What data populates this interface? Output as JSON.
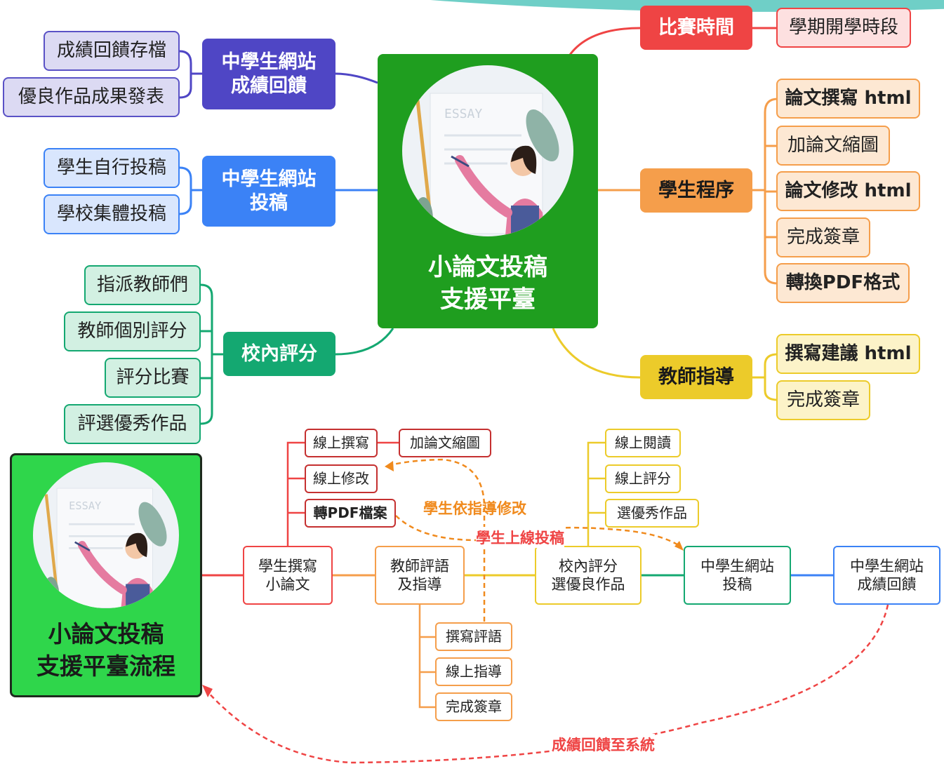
{
  "mindmap": {
    "center": {
      "title": "小論文投稿\n支援平臺",
      "image_label": "ESSAY"
    },
    "left": [
      {
        "label": "中學生網站\n成績回饋",
        "children": [
          "成績回饋存檔",
          "優良作品成果發表"
        ]
      },
      {
        "label": "中學生網站\n投稿",
        "children": [
          "學生自行投稿",
          "學校集體投稿"
        ]
      },
      {
        "label": "校內評分",
        "children": [
          "指派教師們",
          "教師個別評分",
          "評分比賽",
          "評選優秀作品"
        ]
      }
    ],
    "right": [
      {
        "label": "比賽時間",
        "children": [
          "學期開學時段"
        ]
      },
      {
        "label": "學生程序",
        "children": [
          "論文撰寫 html",
          "加論文縮圖",
          "論文修改 html",
          "完成簽章",
          "轉換PDF格式"
        ]
      },
      {
        "label": "教師指導",
        "children": [
          "撰寫建議 html",
          "完成簽章"
        ]
      }
    ]
  },
  "flow": {
    "start": {
      "title": "小論文投稿\n支援平臺流程",
      "image_label": "ESSAY"
    },
    "steps": [
      "學生撰寫\n小論文",
      "教師評語\n及指導",
      "校內評分\n選優良作品",
      "中學生網站\n投稿",
      "中學生網站\n成績回饋"
    ],
    "student_subs": [
      "線上撰寫",
      "線上修改",
      "轉PDF檔案"
    ],
    "student_extra": "加論文縮圖",
    "teacher_subs": [
      "撰寫評語",
      "線上指導",
      "完成簽章"
    ],
    "school_subs": [
      "線上閱讀",
      "線上評分",
      "選優秀作品"
    ],
    "notes": {
      "revise": "學生依指導修改",
      "upload": "學生上線投稿",
      "feedback": "成績回饋至系統"
    }
  },
  "colors": {
    "red": "#ef4444",
    "orange": "#f59e4b",
    "yellow": "#eccb2a",
    "green": "#1f9e1f",
    "teal": "#14a871",
    "blue": "#3b82f6",
    "indigo": "#4f46c5",
    "bright_green": "#2fd64b",
    "dark_red": "#c53030",
    "note_orange": "#f08a1d",
    "note_red": "#ef4444"
  }
}
